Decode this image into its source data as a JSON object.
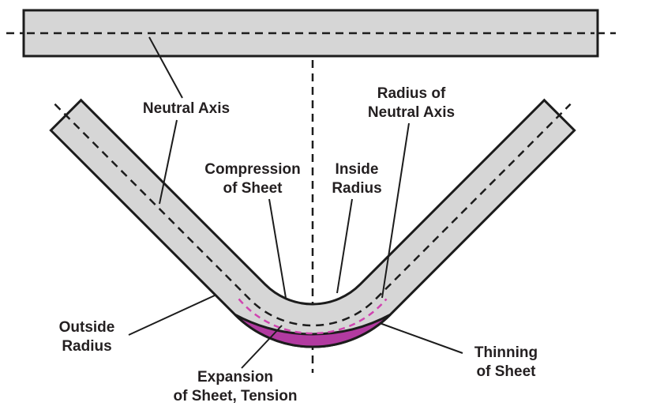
{
  "colors": {
    "sheet_fill": "#d6d6d6",
    "outline": "#1c1c1c",
    "thinning_fill": "#b23aa0",
    "shifted_axis": "#d044b0",
    "text": "#231f20"
  },
  "labels": {
    "neutral_axis": {
      "line1": "Neutral Axis"
    },
    "radius_of_neutral_axis": {
      "line1": "Radius of",
      "line2": "Neutral Axis"
    },
    "compression": {
      "line1": "Compression",
      "line2": "of Sheet"
    },
    "inside_radius": {
      "line1": "Inside",
      "line2": "Radius"
    },
    "outside_radius": {
      "line1": "Outside",
      "line2": "Radius"
    },
    "expansion": {
      "line1": "Expansion",
      "line2": "of Sheet, Tension"
    },
    "thinning": {
      "line1": "Thinning",
      "line2": "of Sheet"
    }
  }
}
